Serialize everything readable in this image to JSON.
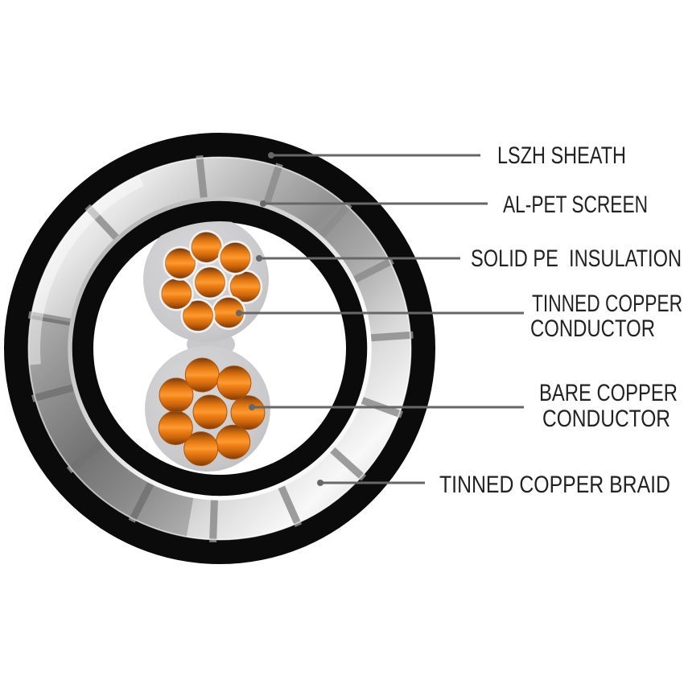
{
  "labels": {
    "lszh_sheath": "LSZH SHEATH",
    "al_pet_screen": "AL-PET SCREEN",
    "solid_pe_insulation": "SOLID PE  INSULATION",
    "tinned_copper_conductor_line1": "TINNED COPPER",
    "tinned_copper_conductor_line2": "CONDUCTOR",
    "bare_copper_conductor_line1": "BARE COPPER",
    "bare_copper_conductor_line2": "CONDUCTOR",
    "tinned_copper_braid": "TINNED COPPER BRAID"
  },
  "structure": {
    "core_count": 2,
    "strands_per_core": 8
  },
  "colors": {
    "background": "#ffffff",
    "sheath_black": "#0b0b0b",
    "braid_silver_light": "#f5f5f5",
    "braid_silver_dark": "#8f8f8f",
    "braid_divider_gray": "#8d8d8d",
    "al_pet_screen_highlight": "#ffffff",
    "insulation_gray": "#c9c9cb",
    "copper_orange": "#f08118",
    "copper_shadow": "#7a3a06",
    "tin_rim_white": "#f1f1f2",
    "leader_line_gray": "#676767",
    "label_text": "#222222"
  }
}
